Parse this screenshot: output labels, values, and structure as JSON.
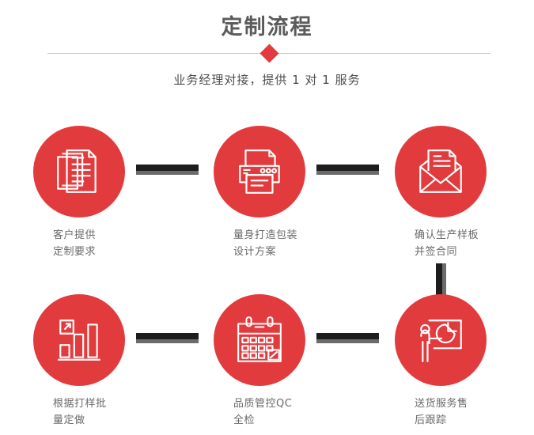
{
  "header": {
    "title": "定制流程",
    "subtitle": "业务经理对接，提供 1 对 1 服务",
    "divider_icon": "diamond-bullet",
    "title_color": "#5b5b5b",
    "accent_color": "#e23b3e"
  },
  "theme": {
    "background": "#ffffff",
    "accent": "#e23b3e",
    "connector": "#1d1d1d",
    "connector_shadow": "#6b6b6b",
    "label_color": "#6a6a6a",
    "divider_line": "#c9c9c9"
  },
  "flow": {
    "steps": [
      {
        "id": 1,
        "icon": "documents-stack-icon",
        "label": "客户提供\n定制要求",
        "line1": "客户提供",
        "line2": "定制要求"
      },
      {
        "id": 2,
        "icon": "printer-icon",
        "label": "量身打造包装\n设计方案",
        "line1": "量身打造包装",
        "line2": "设计方案"
      },
      {
        "id": 3,
        "icon": "envelope-letter-icon",
        "label": "确认生产样板\n并签合同",
        "line1": "确认生产样板",
        "line2": "并签合同"
      },
      {
        "id": 4,
        "icon": "bar-chart-growth-icon",
        "label": "根据打样批\n量定做",
        "line1": "根据打样批",
        "line2": "量定做"
      },
      {
        "id": 5,
        "icon": "calendar-check-icon",
        "label": "品质管控QC\n全检",
        "line1": "品质管控QC",
        "line2": "全检"
      },
      {
        "id": 6,
        "icon": "presenter-pie-chart-icon",
        "label": "送货服务售\n后跟踪",
        "line1": "送货服务售",
        "line2": "后跟踪"
      }
    ],
    "connectors": [
      {
        "id": "h1",
        "orientation": "horizontal",
        "from": 1,
        "to": 2
      },
      {
        "id": "h2",
        "orientation": "horizontal",
        "from": 2,
        "to": 3
      },
      {
        "id": "v1",
        "orientation": "vertical",
        "from": 3,
        "to": 6
      },
      {
        "id": "h3",
        "orientation": "horizontal",
        "from": 4,
        "to": 5
      },
      {
        "id": "h4",
        "orientation": "horizontal",
        "from": 5,
        "to": 6
      }
    ]
  }
}
